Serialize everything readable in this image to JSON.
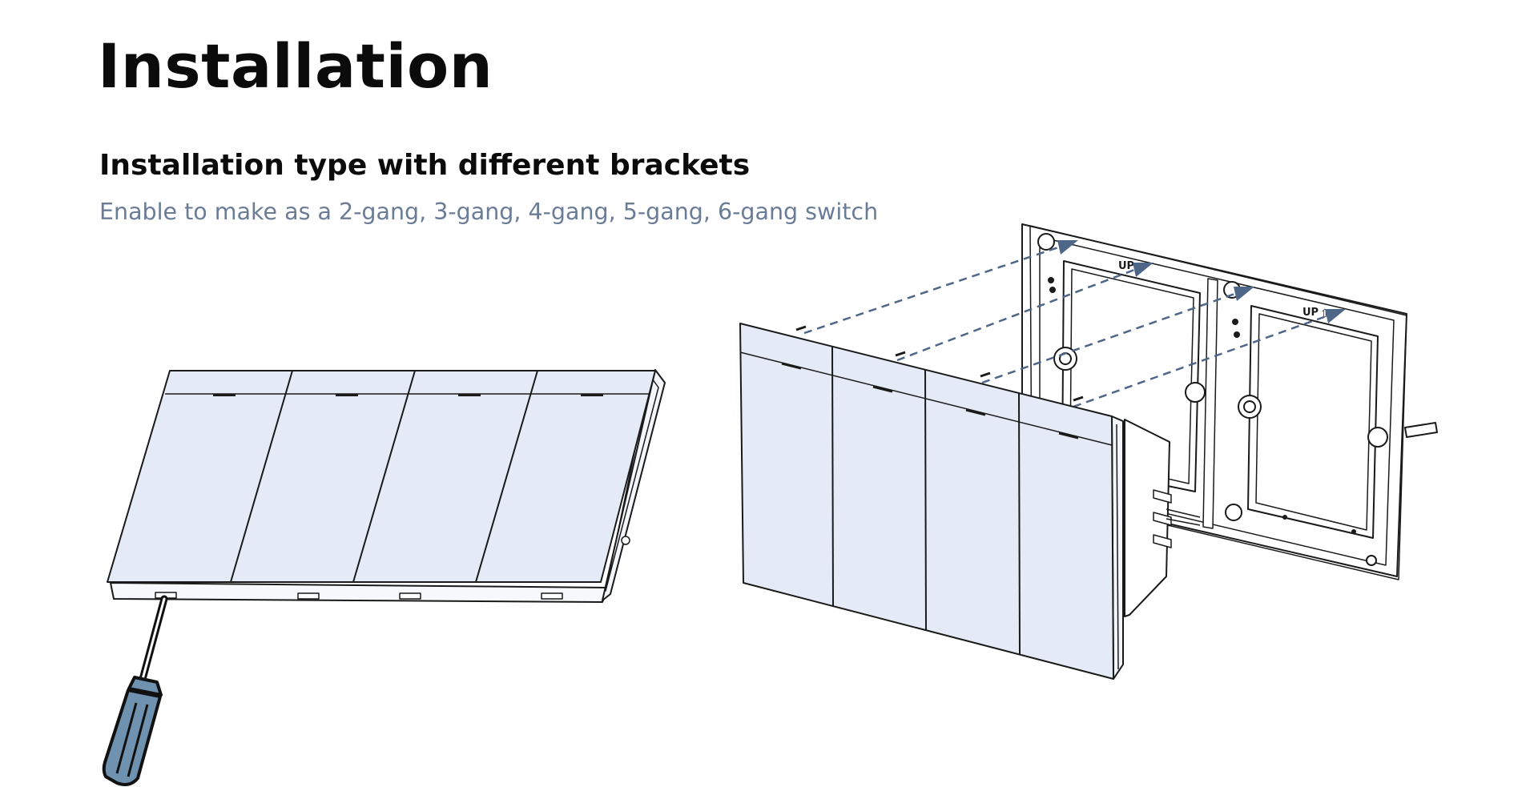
{
  "header": {
    "title": "Installation"
  },
  "section": {
    "title": "Installation type with different brackets",
    "subtitle": "Enable to make as a 2-gang, 3-gang, 4-gang, 5-gang, 6-gang switch"
  },
  "illustration": {
    "bracket_markings": [
      "UP",
      "UP"
    ],
    "panel_fill": "#e4ebf6",
    "arrow_color": "#4e6688",
    "screwdriver_handle": "#6f92b0"
  }
}
